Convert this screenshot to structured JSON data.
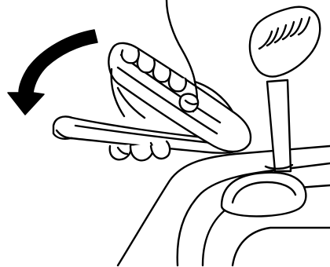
{
  "figure": {
    "kind": "line-illustration",
    "ink_color": "#000000",
    "background": "#ffffff",
    "parts": [
      "curved-arrow",
      "hand",
      "lever-raised",
      "lever-lowered",
      "gear-shift-knob",
      "gear-shift-boot",
      "console"
    ]
  }
}
